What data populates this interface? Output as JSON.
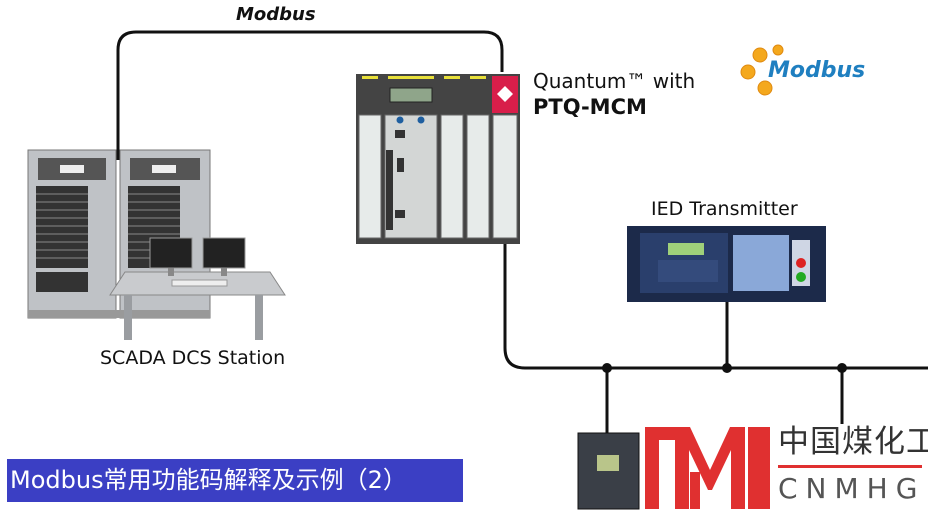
{
  "bus_label": "Modbus",
  "plc": {
    "label_line1": "Quantum™ with",
    "label_line2": "PTQ-MCM"
  },
  "ied": {
    "label": "IED Transmitter"
  },
  "scada": {
    "label": "SCADA DCS Station"
  },
  "logo": {
    "text": "Modbus"
  },
  "watermark": {
    "mark": "MH",
    "cn": "中国煤化工",
    "en": "CNMHG"
  },
  "banner": {
    "title": "Modbus常用功能码解释及示例（2）"
  },
  "colors": {
    "bus": "#111111",
    "banner": "#3b3fc4",
    "watermark_red": "#e03030",
    "ied_panel": "#1c2a4a",
    "accent_red": "#d81e4a"
  }
}
